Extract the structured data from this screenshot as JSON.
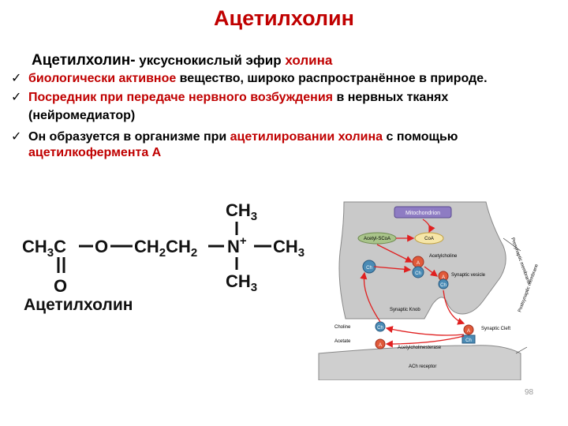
{
  "title": "Ацетилхолин",
  "intro": {
    "term": "Ацетилхолин-",
    "text": " уксуснокислый эфир ",
    "highlight": "холина"
  },
  "bullets": [
    {
      "red": "биологически активное",
      "text": " вещество, широко распространённое в природе."
    },
    {
      "red": "Посредник при передаче нервного возбуждения",
      "text": " в нервных тканях",
      "cont": "(нейромедиатор)"
    },
    {
      "text": "Он образуется в организме при ",
      "red": "ацетилировании холина",
      "text2": " с помощью ",
      "red2": "ацетилкофермента А"
    }
  ],
  "formula": {
    "label": "Ацетилхолин",
    "atoms": {
      "ch3_top": "CH",
      "ch3_right": "CH",
      "ch3_bottom": "CH",
      "sub3": "3",
      "sub2": "2",
      "ch3c": "CH",
      "c": "C",
      "o_link": "O",
      "ch2": "CH",
      "n": "N",
      "plus": "+",
      "o_double": "O"
    }
  },
  "diagram": {
    "mitochondrion": "Mitochondrion",
    "acetyl_scoa": "Acetyl-SCoA",
    "coa": "CoA",
    "acetylcholine": "Acetylcholine",
    "synaptic_vesicle": "Synaptic vesicle",
    "synaptic_knob": "Synaptic Knob",
    "choline": "Choline",
    "acetate": "Acetate",
    "synaptic_cleft": "Synaptic Cleft",
    "acetylcholinesterase": "Acetylcholinesterase",
    "ach_receptor": "ACh receptor",
    "presynaptic": "Presynaptic membrane",
    "postsynaptic": "Postsynaptic membrane",
    "a": "A",
    "ch": "Ch"
  },
  "page_number": "98",
  "colors": {
    "accent": "#c00000",
    "arrow": "#e02020",
    "terminal": "#c9c9c9",
    "mito": "#8e7cc3",
    "ch_blue": "#4a8bb5"
  }
}
